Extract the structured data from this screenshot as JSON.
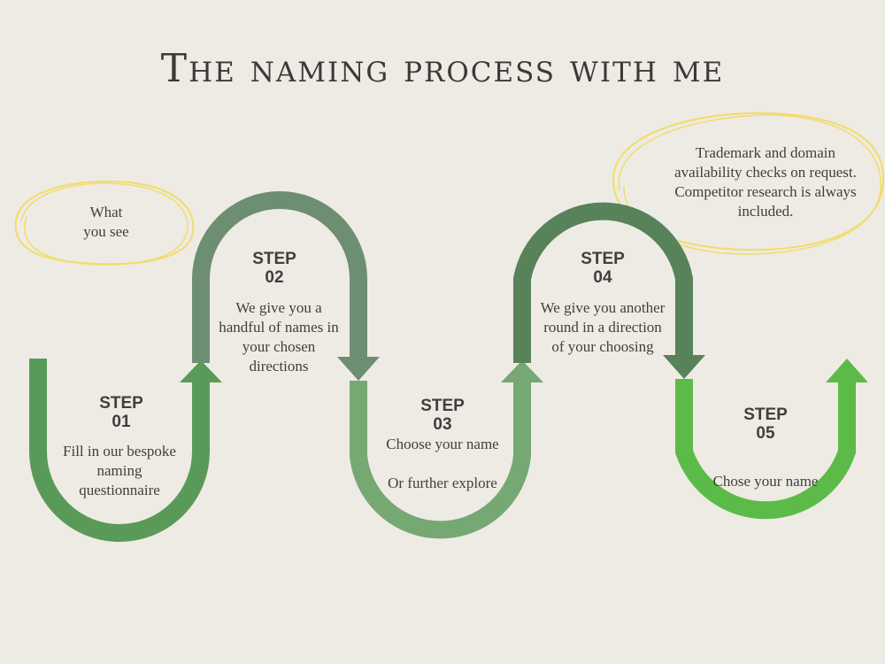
{
  "title": "The naming process with me",
  "colors": {
    "background": "#EEEBE5",
    "step1": "#5A9A59",
    "step2": "#6E8E72",
    "step3": "#76A874",
    "step4": "#57825A",
    "step5": "#5CBB48",
    "highlight_circle": "#F2DC6A"
  },
  "notes": {
    "left": [
      "What",
      "you see"
    ],
    "right": [
      "Trademark and domain",
      "availability checks on request.",
      "Competitor research is always",
      "included."
    ]
  },
  "steps": [
    {
      "label": "STEP",
      "number": "01",
      "description": [
        "Fill in our bespoke",
        "naming",
        "questionnaire"
      ]
    },
    {
      "label": "STEP",
      "number": "02",
      "description": [
        "We give you a",
        "handful of names in",
        "your chosen",
        "directions"
      ]
    },
    {
      "label": "STEP",
      "number": "03",
      "description": [
        "Choose your name",
        "",
        "Or further explore"
      ]
    },
    {
      "label": "STEP",
      "number": "04",
      "description": [
        "We give you another",
        "round in a direction",
        "of your choosing"
      ]
    },
    {
      "label": "STEP",
      "number": "05",
      "description": [
        "Chose your name"
      ]
    }
  ]
}
